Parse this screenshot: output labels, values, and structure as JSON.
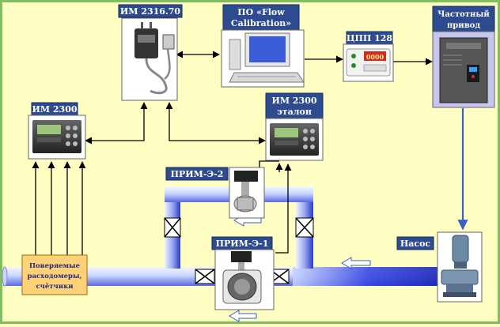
{
  "nodes": {
    "im2316": "ИМ 2316.70",
    "software_line1": "ПО «Flow",
    "software_line2": "Calibration»",
    "cpp": "ЦПП 128",
    "drive_line1": "Частотный",
    "drive_line2": "привод",
    "im2300": "ИМ 2300",
    "im2300_ref_line1": "ИМ 2300",
    "im2300_ref_line2": "эталон",
    "prim2": "ПРИМ-Э-2",
    "prim1": "ПРИМ-Э-1",
    "pump": "Насос",
    "meters_line1": "Поверяемые",
    "meters_line2": "расходомеры,",
    "meters_line3": "счётчики",
    "cpp_display": "0000"
  },
  "colors": {
    "background": "#ffffc4",
    "frame_border": "#7fbf5f",
    "label_fill": "#2f4b8f",
    "label_text": "#ffffff",
    "pipe_light": "#d8e4ff",
    "pipe_dark": "#1a26d6",
    "tag_fill": "#ffd278",
    "tag_border": "#a06a10"
  }
}
